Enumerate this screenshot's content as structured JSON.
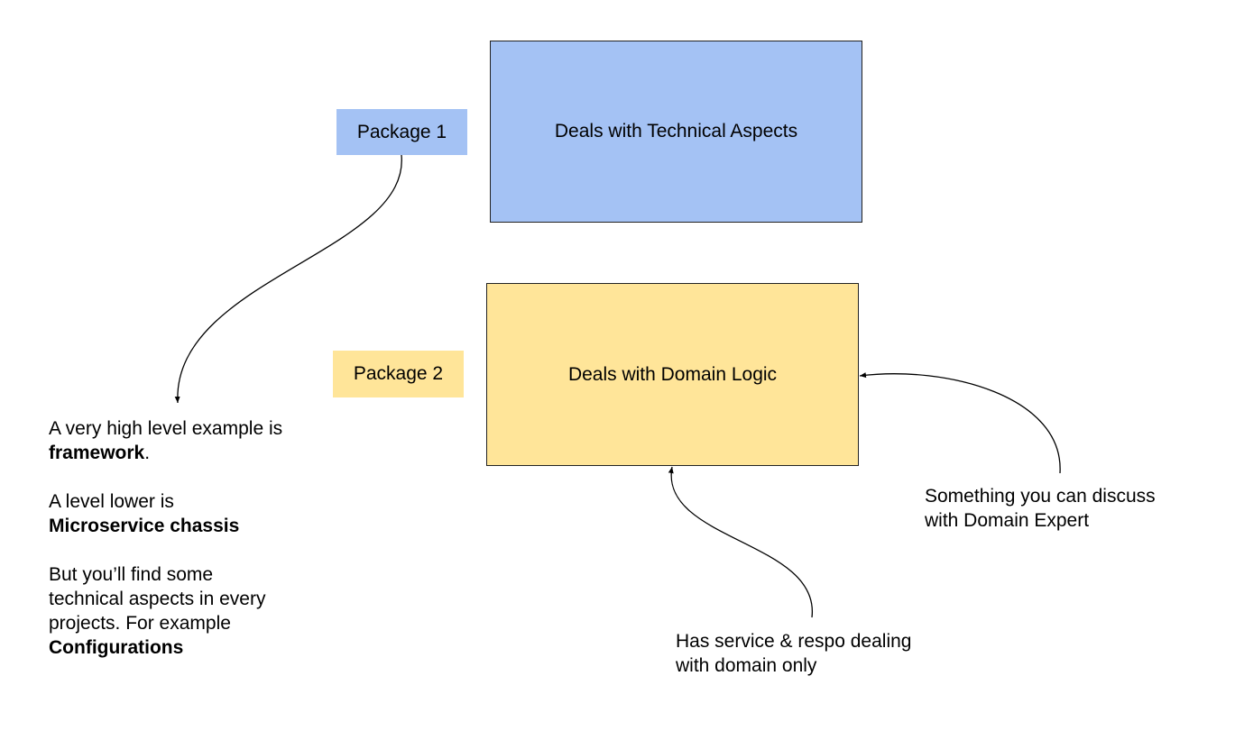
{
  "diagram": {
    "technical_box": {
      "text": "Deals with Technical Aspects",
      "color": "#a4c2f4"
    },
    "domain_box": {
      "text": "Deals with Domain Logic",
      "color": "#ffe599"
    },
    "package1_label": "Package 1",
    "package2_label": "Package 2",
    "left_note": {
      "line1": "A very high level example is",
      "line1_bold": "framework",
      "line1_end": ".",
      "line2": "A level lower is",
      "line2_bold": "Microservice chassis",
      "line3a": "But you’ll find some",
      "line3b": "technical aspects in every",
      "line3c": "projects. For example",
      "line3_bold": "Configurations"
    },
    "right_note": {
      "line1": "Something you can discuss",
      "line2": "with Domain Expert"
    },
    "bottom_note": {
      "line1": "Has service & respo dealing",
      "line2": "with domain only"
    }
  }
}
